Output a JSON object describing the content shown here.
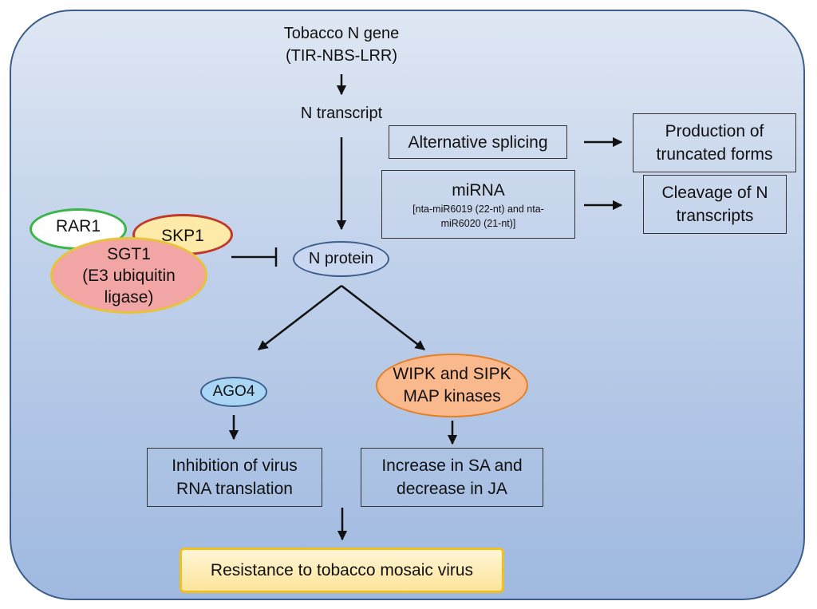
{
  "top": {
    "gene_line1": "Tobacco N gene",
    "gene_line2": "(TIR-NBS-LRR)",
    "transcript": "N transcript"
  },
  "regulation": {
    "alt_splicing": "Alternative splicing",
    "mirna_title": "miRNA",
    "mirna_detail_line1": "[nta-miR6019 (22-nt) and nta-",
    "mirna_detail_line2": "miR6020 (21-nt)]",
    "truncated_line1": "Production of",
    "truncated_line2": "truncated forms",
    "cleavage_line1": "Cleavage of N",
    "cleavage_line2": "transcripts"
  },
  "complex": {
    "rar1": "RAR1",
    "skp1": "SKP1",
    "sgt1_line1": "SGT1",
    "sgt1_line2": "(E3 ubiquitin",
    "sgt1_line3": "ligase)"
  },
  "n_protein": "N protein",
  "left_branch": {
    "ago4": "AGO4",
    "inhibition_line1": "Inhibition of virus",
    "inhibition_line2": "RNA translation"
  },
  "right_branch": {
    "kinase_line1": "WIPK and SIPK",
    "kinase_line2": "MAP kinases",
    "sa_line1": "Increase in SA and",
    "sa_line2": "decrease in JA"
  },
  "outcome": "Resistance to tobacco mosaic virus",
  "colors": {
    "panel_border": "#3d5d8c",
    "n_protein_fill": "#c9d8f0",
    "ago4_fill": "#a9d6f5",
    "kinase_fill": "#f9b98c",
    "sgt1_fill": "#f2a5a5",
    "rar1_border": "#39b54a",
    "skp1_border": "#c0392b",
    "sgt1_border": "#e8c33a",
    "outcome_fill": "#fde9a8",
    "outcome_border": "#f0c020"
  }
}
